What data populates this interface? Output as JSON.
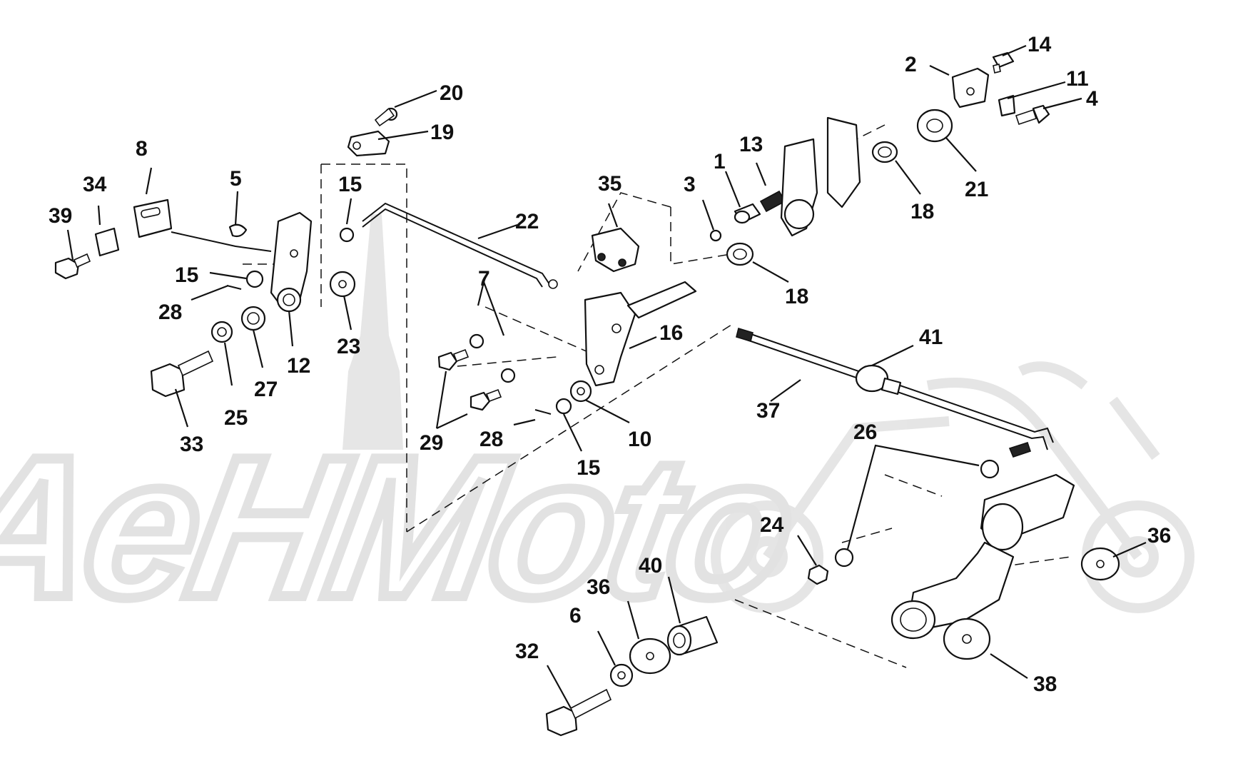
{
  "watermark": {
    "text": "AeHMoto"
  },
  "callouts": [
    {
      "id": "c20",
      "label": "20"
    },
    {
      "id": "c19",
      "label": "19"
    },
    {
      "id": "c8",
      "label": "8"
    },
    {
      "id": "c34",
      "label": "34"
    },
    {
      "id": "c5",
      "label": "5"
    },
    {
      "id": "c15a",
      "label": "15"
    },
    {
      "id": "c39",
      "label": "39"
    },
    {
      "id": "c22",
      "label": "22"
    },
    {
      "id": "c15b",
      "label": "15"
    },
    {
      "id": "c28a",
      "label": "28"
    },
    {
      "id": "c12",
      "label": "12"
    },
    {
      "id": "c23",
      "label": "23"
    },
    {
      "id": "c27",
      "label": "27"
    },
    {
      "id": "c25",
      "label": "25"
    },
    {
      "id": "c33",
      "label": "33"
    },
    {
      "id": "c35",
      "label": "35"
    },
    {
      "id": "c3",
      "label": "3"
    },
    {
      "id": "c1",
      "label": "1"
    },
    {
      "id": "c13",
      "label": "13"
    },
    {
      "id": "c7",
      "label": "7"
    },
    {
      "id": "c16",
      "label": "16"
    },
    {
      "id": "c29",
      "label": "29"
    },
    {
      "id": "c28b",
      "label": "28"
    },
    {
      "id": "c15c",
      "label": "15"
    },
    {
      "id": "c10",
      "label": "10"
    },
    {
      "id": "c18a",
      "label": "18"
    },
    {
      "id": "c18b",
      "label": "18"
    },
    {
      "id": "c2",
      "label": "2"
    },
    {
      "id": "c14",
      "label": "14"
    },
    {
      "id": "c11",
      "label": "11"
    },
    {
      "id": "c4",
      "label": "4"
    },
    {
      "id": "c21",
      "label": "21"
    },
    {
      "id": "c41",
      "label": "41"
    },
    {
      "id": "c37",
      "label": "37"
    },
    {
      "id": "c26",
      "label": "26"
    },
    {
      "id": "c24",
      "label": "24"
    },
    {
      "id": "c36a",
      "label": "36"
    },
    {
      "id": "c36b",
      "label": "36"
    },
    {
      "id": "c40",
      "label": "40"
    },
    {
      "id": "c6",
      "label": "6"
    },
    {
      "id": "c32",
      "label": "32"
    },
    {
      "id": "c38",
      "label": "38"
    }
  ]
}
